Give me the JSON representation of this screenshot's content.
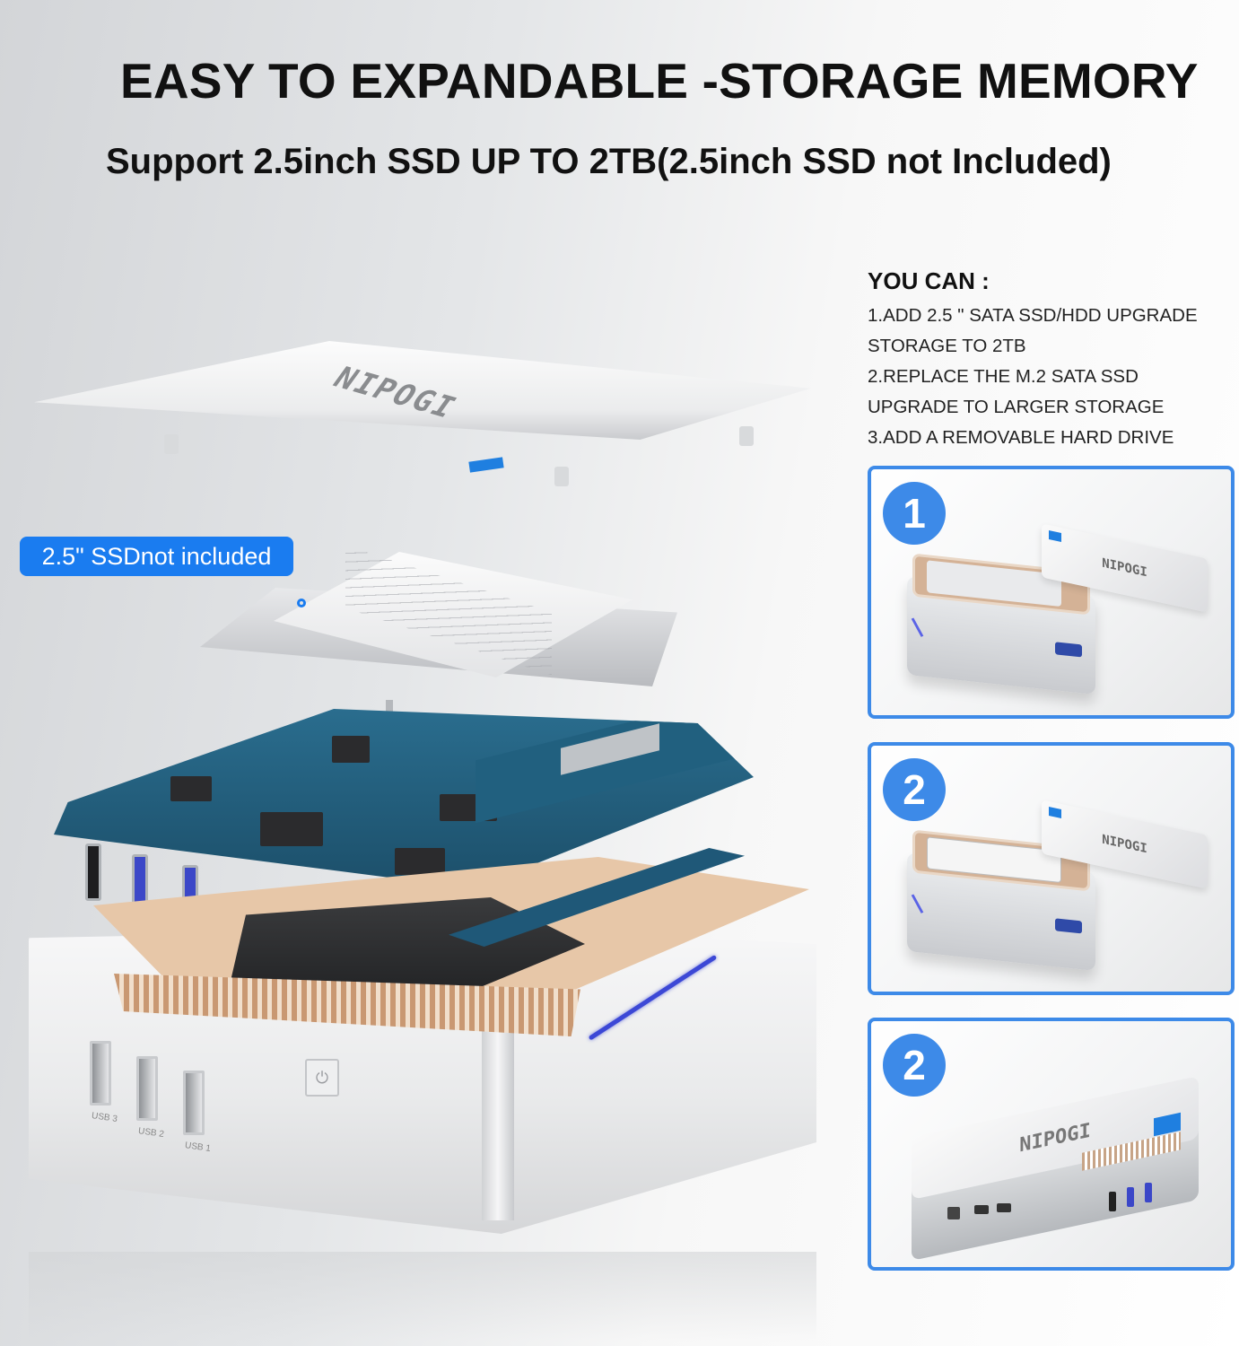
{
  "header": {
    "headline": "EASY TO EXPANDABLE -STORAGE MEMORY",
    "subheadline": "Support 2.5inch SSD UP TO 2TB(2.5inch SSD not Included)"
  },
  "you_can": {
    "title": "YOU CAN :",
    "lines": [
      "1.ADD 2.5 \" SATA SSD/HDD UPGRADE",
      "STORAGE TO 2TB",
      "2.REPLACE THE M.2 SATA SSD",
      "UPGRADE TO LARGER STORAGE",
      "3.ADD A REMOVABLE HARD DRIVE"
    ]
  },
  "callout": {
    "label": "2.5\" SSDnot included"
  },
  "illustration": {
    "lid_brand": "NIPOGI",
    "usb_labels": [
      "USB 3",
      "USB 2",
      "USB 1"
    ],
    "power_icon": "power-icon",
    "led_color": "#3c48d6"
  },
  "steps": [
    {
      "number": "1",
      "image": "open-case-empty-bay",
      "lid_brand": "NIPOGI"
    },
    {
      "number": "2",
      "image": "open-case-with-hdd",
      "lid_brand": "NIPOGI"
    },
    {
      "number": "2",
      "image": "closed-case-rear-ports",
      "lid_brand": "NIPOGI"
    }
  ],
  "colors": {
    "accent_blue": "#3d8ae8",
    "callout_blue": "#1a7cf0",
    "text": "#111111"
  }
}
